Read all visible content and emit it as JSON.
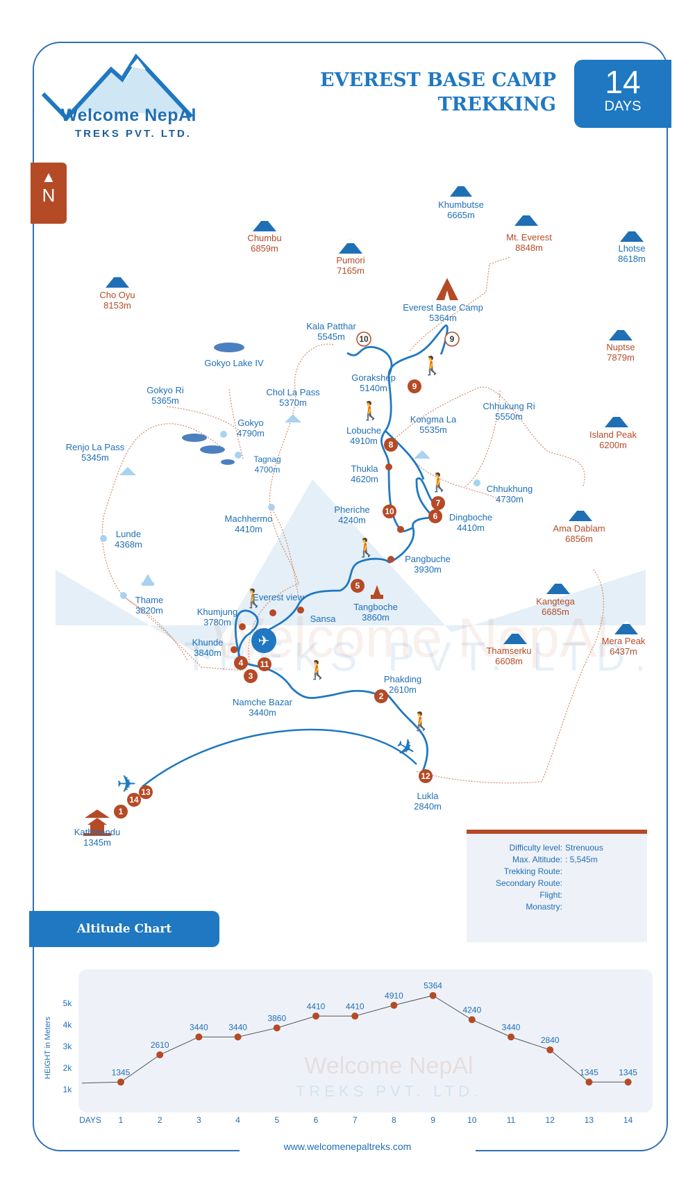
{
  "logo": {
    "line1": "Welcome NepAl",
    "line2": "TREKS PVT. LTD."
  },
  "title": {
    "line1": "EVEREST BASE CAMP",
    "line2": "TREKKING"
  },
  "days_badge": {
    "number": "14",
    "label": "DAYS"
  },
  "north": {
    "label": "N"
  },
  "peaks": [
    {
      "name": "Khumbutse",
      "alt": "6665m"
    },
    {
      "name": "Chumbu",
      "alt": "6859m"
    },
    {
      "name": "Pumori",
      "alt": "7165m"
    },
    {
      "name": "Mt. Everest",
      "alt": "8848m"
    },
    {
      "name": "Lhotse",
      "alt": "8618m"
    },
    {
      "name": "Cho Oyu",
      "alt": "8153m"
    },
    {
      "name": "Nuptse",
      "alt": "7879m"
    },
    {
      "name": "Island Peak",
      "alt": "6200m"
    },
    {
      "name": "Ama Dablam",
      "alt": "6856m"
    },
    {
      "name": "Kangtega",
      "alt": "6685m"
    },
    {
      "name": "Thamserku",
      "alt": "6608m"
    },
    {
      "name": "Mera Peak",
      "alt": "6437m"
    }
  ],
  "places": [
    {
      "name": "Everest Base Camp",
      "alt": "5364m"
    },
    {
      "name": "Kala Patthar",
      "alt": "5545m"
    },
    {
      "name": "Gokyo Lake IV",
      "alt": ""
    },
    {
      "name": "Gorakshep",
      "alt": "5140m"
    },
    {
      "name": "Gokyo Ri",
      "alt": "5365m"
    },
    {
      "name": "Chol La Pass",
      "alt": "5370m"
    },
    {
      "name": "Chhukung Ri",
      "alt": "5550m"
    },
    {
      "name": "Kongma La",
      "alt": "5535m"
    },
    {
      "name": "Gokyo",
      "alt": "4790m"
    },
    {
      "name": "Lobuche",
      "alt": "4910m"
    },
    {
      "name": "Renjo La Pass",
      "alt": "5345m"
    },
    {
      "name": "Tagnag",
      "alt": "4700m"
    },
    {
      "name": "Thukla",
      "alt": "4620m"
    },
    {
      "name": "Chhukhung",
      "alt": "4730m"
    },
    {
      "name": "Pheriche",
      "alt": "4240m"
    },
    {
      "name": "Dingboche",
      "alt": "4410m"
    },
    {
      "name": "Machhermo",
      "alt": "4410m"
    },
    {
      "name": "Lunde",
      "alt": "4368m"
    },
    {
      "name": "Pangbuche",
      "alt": "3930m"
    },
    {
      "name": "Thame",
      "alt": "3820m"
    },
    {
      "name": "Everest view",
      "alt": ""
    },
    {
      "name": "Tangboche",
      "alt": "3860m"
    },
    {
      "name": "Khumjung",
      "alt": "3780m"
    },
    {
      "name": "Sansa",
      "alt": ""
    },
    {
      "name": "Khunde",
      "alt": "3840m"
    },
    {
      "name": "Phakding",
      "alt": "2610m"
    },
    {
      "name": "Namche Bazar",
      "alt": "3440m"
    },
    {
      "name": "Lukla",
      "alt": "2840m"
    },
    {
      "name": "Kathmandu",
      "alt": "1345m"
    }
  ],
  "day_markers": [
    "1",
    "2",
    "3",
    "4",
    "5",
    "6",
    "7",
    "8",
    "9",
    "9",
    "10",
    "10",
    "11",
    "12",
    "13",
    "14"
  ],
  "legend": {
    "difficulty_label": "Difficulty level:",
    "difficulty_value": "Strenuous",
    "max_alt_label": "Max. Altitude:",
    "max_alt_value": ": 5,545m",
    "trekking_label": "Trekking Route:",
    "secondary_label": "Secondary Route:",
    "flight_label": "Flight:",
    "monastery_label": "Monastry:"
  },
  "altitude_chart_title": "Altitude Chart",
  "watermark": {
    "line1": "Welcome NepAl",
    "line2": "TREKS PVT. LTD."
  },
  "chart_data": {
    "type": "line",
    "title": "",
    "xlabel": "DAYS",
    "ylabel": "HEIGHT in Meters",
    "x": [
      1,
      2,
      3,
      4,
      5,
      6,
      7,
      8,
      9,
      10,
      11,
      12,
      13,
      14
    ],
    "values": [
      1345,
      2610,
      3440,
      3440,
      3860,
      4410,
      4410,
      4910,
      5364,
      4240,
      3440,
      2840,
      1345,
      1345
    ],
    "y_ticks": [
      "1k",
      "2k",
      "3k",
      "4k",
      "5k"
    ],
    "ylim": [
      1000,
      5600
    ],
    "grid": false
  },
  "website": "www.welcomenepaltreks.com",
  "colors": {
    "blue": "#1f78c1",
    "brown": "#b54a26"
  }
}
